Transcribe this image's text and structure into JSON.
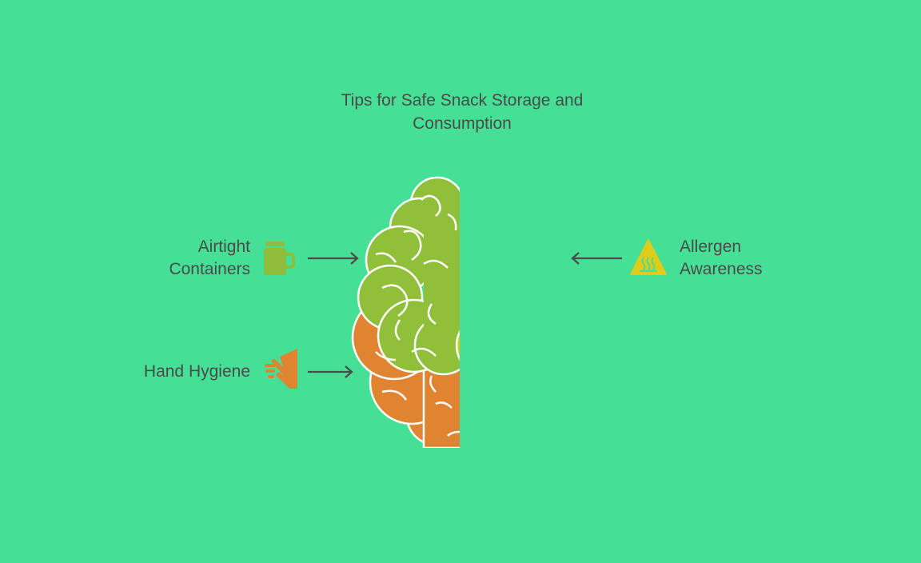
{
  "title_line1": "Tips for Safe Snack Storage and",
  "title_line2": "Consumption",
  "items": [
    {
      "line1": "Airtight",
      "line2": "Containers",
      "icon": "mug-icon",
      "color": "#8fbe3c"
    },
    {
      "line1": "Hand Hygiene",
      "icon": "hand-washing-icon",
      "color": "#e08432"
    },
    {
      "line1": "Allergen",
      "line2": "Awareness",
      "icon": "warning-heat-icon",
      "color": "#e0cc18"
    }
  ],
  "colors": {
    "background": "#45e096",
    "green": "#90bf3a",
    "yellow": "#e1cd17",
    "orange": "#e08432",
    "text": "#4a4a4a"
  }
}
